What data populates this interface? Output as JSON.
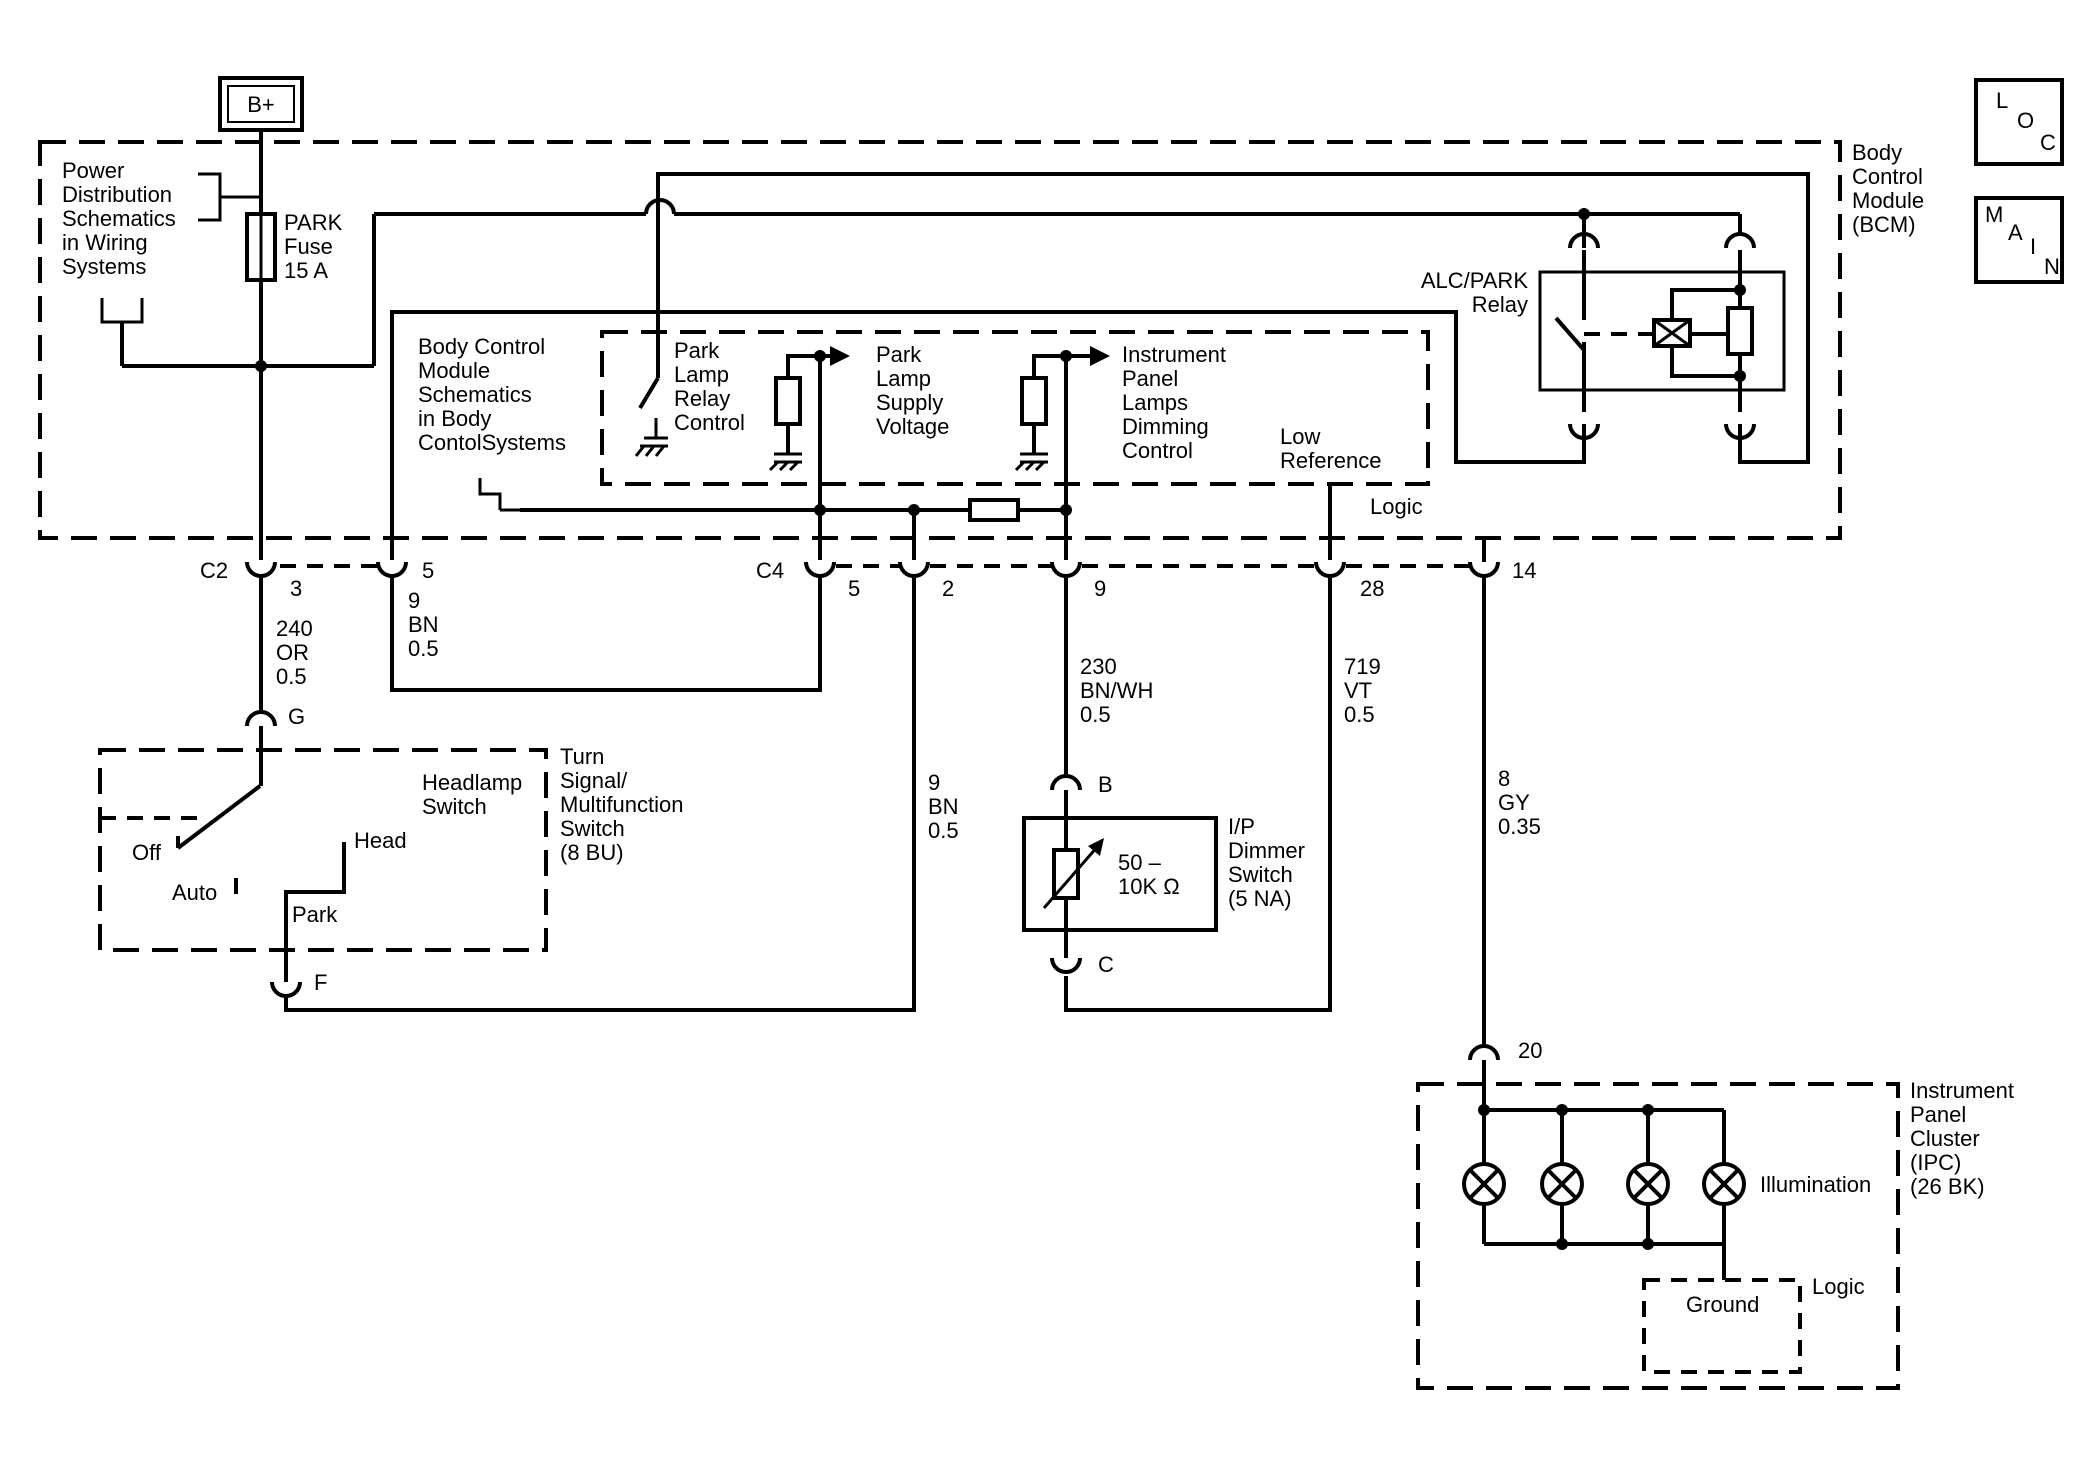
{
  "battery": {
    "label": "B+"
  },
  "side_tabs": {
    "loc": [
      "L",
      "O",
      "C"
    ],
    "main": [
      "M",
      "A",
      "I",
      "N"
    ]
  },
  "bcm": {
    "name": [
      "Body",
      "Control",
      "Module",
      "(BCM)"
    ],
    "power_ref": [
      "Power",
      "Distribution",
      "Schematics",
      "in Wiring",
      "Systems"
    ],
    "fuse": [
      "PARK",
      "Fuse",
      "15 A"
    ],
    "schematic_ref": [
      "Body Control",
      "Module",
      "Schematics",
      "in Body",
      "ContolSystems"
    ],
    "park_relay_control": [
      "Park",
      "Lamp",
      "Relay",
      "Control"
    ],
    "park_supply": [
      "Park",
      "Lamp",
      "Supply",
      "Voltage"
    ],
    "ip_dimming": [
      "Instrument",
      "Panel",
      "Lamps",
      "Dimming",
      "Control"
    ],
    "low_reference": [
      "Low",
      "Reference"
    ],
    "logic": "Logic",
    "relay": [
      "ALC/PARK",
      "Relay"
    ]
  },
  "connectors": {
    "c2": "C2",
    "c4": "C4",
    "pins": {
      "c2_3": "3",
      "c2_5": "5",
      "c4_5": "5",
      "c4_2": "2",
      "c4_9": "9",
      "c4_28": "28",
      "c4_14": "14"
    }
  },
  "wires": {
    "w240": [
      "240",
      "OR",
      "0.5"
    ],
    "w9_top": [
      "9",
      "BN",
      "0.5"
    ],
    "w9_bottom": [
      "9",
      "BN",
      "0.5"
    ],
    "w230": [
      "230",
      "BN/WH",
      "0.5"
    ],
    "w719": [
      "719",
      "VT",
      "0.5"
    ],
    "w8": [
      "8",
      "GY",
      "0.35"
    ]
  },
  "headlamp_switch": {
    "name": [
      "Turn",
      "Signal/",
      "Multifunction",
      "Switch",
      "(8 BU)"
    ],
    "sub": [
      "Headlamp",
      "Switch"
    ],
    "off": "Off",
    "auto": "Auto",
    "head": "Head",
    "park": "Park",
    "pin_g": "G",
    "pin_f": "F"
  },
  "dimmer": {
    "name": [
      "I/P",
      "Dimmer",
      "Switch",
      "(5 NA)"
    ],
    "value": [
      "50 –",
      "10K Ω"
    ],
    "pin_b": "B",
    "pin_c": "C"
  },
  "ipc": {
    "name": [
      "Instrument",
      "Panel",
      "Cluster",
      "(IPC)",
      "(26 BK)"
    ],
    "pin": "20",
    "illumination": "Illumination",
    "ground": "Ground",
    "logic": "Logic"
  }
}
